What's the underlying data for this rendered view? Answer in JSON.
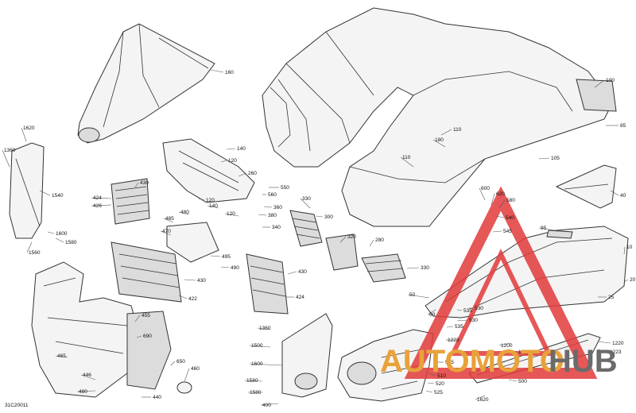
{
  "diagram_code": "31C20011",
  "watermark": {
    "word_part1": "AUTOMOTO",
    "word_part2": "HUB",
    "color_primary": "#e8a23a",
    "color_secondary": "#6b6b6b",
    "triangle_color": "#e23a3a"
  },
  "callouts": [
    "160",
    "100",
    "85",
    "110",
    "180",
    "110",
    "105",
    "40",
    "1620",
    "1360",
    "1540",
    "1600",
    "1580",
    "1560",
    "430",
    "424",
    "426",
    "140",
    "120",
    "260",
    "120",
    "550",
    "560",
    "140",
    "360",
    "120",
    "380",
    "340",
    "480",
    "485",
    "470",
    "495",
    "490",
    "430",
    "422",
    "330",
    "300",
    "320",
    "280",
    "330",
    "430",
    "424",
    "600",
    "620",
    "580",
    "540",
    "545",
    "95",
    "10",
    "20",
    "50",
    "25",
    "60",
    "530",
    "535",
    "530",
    "535",
    "1223",
    "1200",
    "1220",
    "1223",
    "1221",
    "500",
    "510",
    "520",
    "525",
    "525",
    "1620",
    "1360",
    "1500",
    "1600",
    "1580",
    "1580",
    "400",
    "465",
    "455",
    "690",
    "650",
    "460",
    "446",
    "480",
    "440"
  ]
}
